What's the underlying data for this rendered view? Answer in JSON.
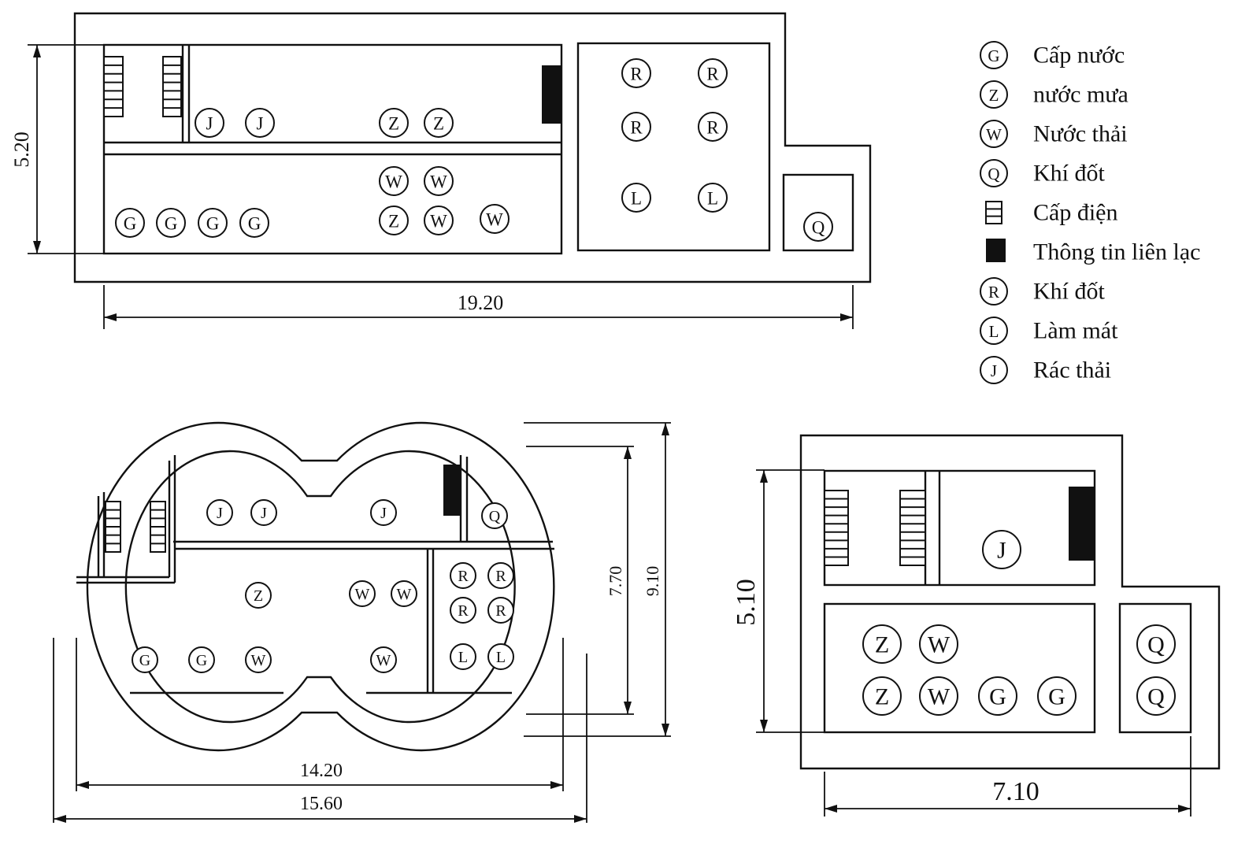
{
  "legend": [
    {
      "symbol": "G",
      "label": "Cấp nước"
    },
    {
      "symbol": "Z",
      "label": "nước mưa"
    },
    {
      "symbol": "W",
      "label": "Nước thải"
    },
    {
      "symbol": "Q",
      "label": "Khí đốt"
    },
    {
      "symbol": "cable-tray",
      "label": "Cấp điện"
    },
    {
      "symbol": "black-block",
      "label": "Thông tin liên lạc"
    },
    {
      "symbol": "R",
      "label": "Khí đốt"
    },
    {
      "symbol": "L",
      "label": "Làm mát"
    },
    {
      "symbol": "J",
      "label": "Rác thải"
    }
  ],
  "top_plan": {
    "dims": {
      "height": "5.20",
      "width": "19.20"
    },
    "symbols": [
      "J",
      "J",
      "Z",
      "Z",
      "W",
      "W",
      "Z",
      "W",
      "W",
      "G",
      "G",
      "G",
      "G",
      "R",
      "R",
      "R",
      "R",
      "L",
      "L",
      "Q"
    ]
  },
  "oval_plan": {
    "dims": {
      "inner_height": "7.70",
      "outer_height": "9.10",
      "inner_width": "14.20",
      "outer_width": "15.60"
    },
    "symbols": [
      "J",
      "J",
      "J",
      "Q",
      "Z",
      "W",
      "W",
      "R",
      "R",
      "R",
      "R",
      "L",
      "L",
      "G",
      "G",
      "W",
      "W"
    ]
  },
  "small_plan": {
    "dims": {
      "height": "5.10",
      "width": "7.10"
    },
    "symbols": [
      "J",
      "Z",
      "W",
      "Z",
      "W",
      "G",
      "G",
      "Q",
      "Q"
    ]
  }
}
